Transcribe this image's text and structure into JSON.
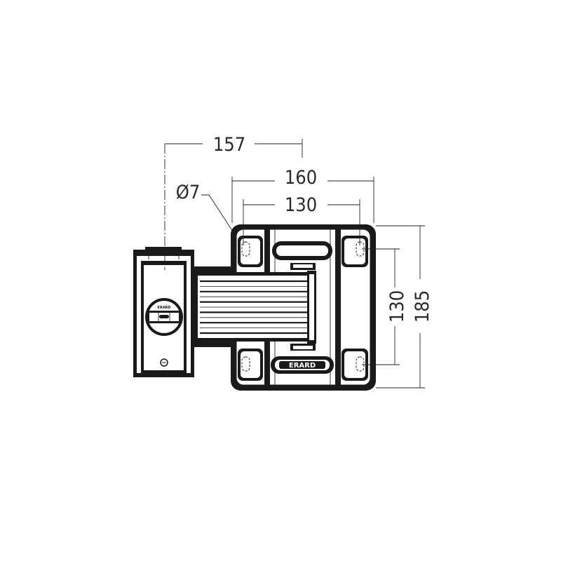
{
  "dimensions": {
    "arm_offset": "157",
    "plate_width": "160",
    "hole_spacing_horizontal": "130",
    "hole_diameter": "Ø7",
    "hole_spacing_vertical": "130",
    "plate_height": "185"
  },
  "branding": {
    "plate_logo": "ERARD",
    "bracket_logo": "ERARD"
  },
  "colors": {
    "body": "#1a1a1a",
    "line": "#222222",
    "background": "#ffffff"
  }
}
